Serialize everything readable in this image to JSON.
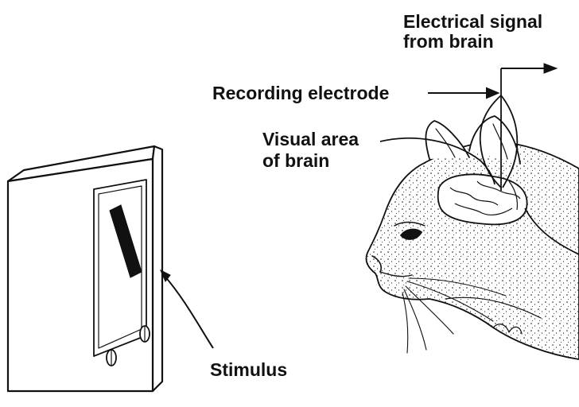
{
  "labels": {
    "signal_line1": "Electrical signal",
    "signal_line2": "from brain",
    "electrode": "Recording electrode",
    "visual_line1": "Visual area",
    "visual_line2": "of brain",
    "stimulus": "Stimulus"
  },
  "colors": {
    "ink": "#111111",
    "background": "#ffffff"
  }
}
